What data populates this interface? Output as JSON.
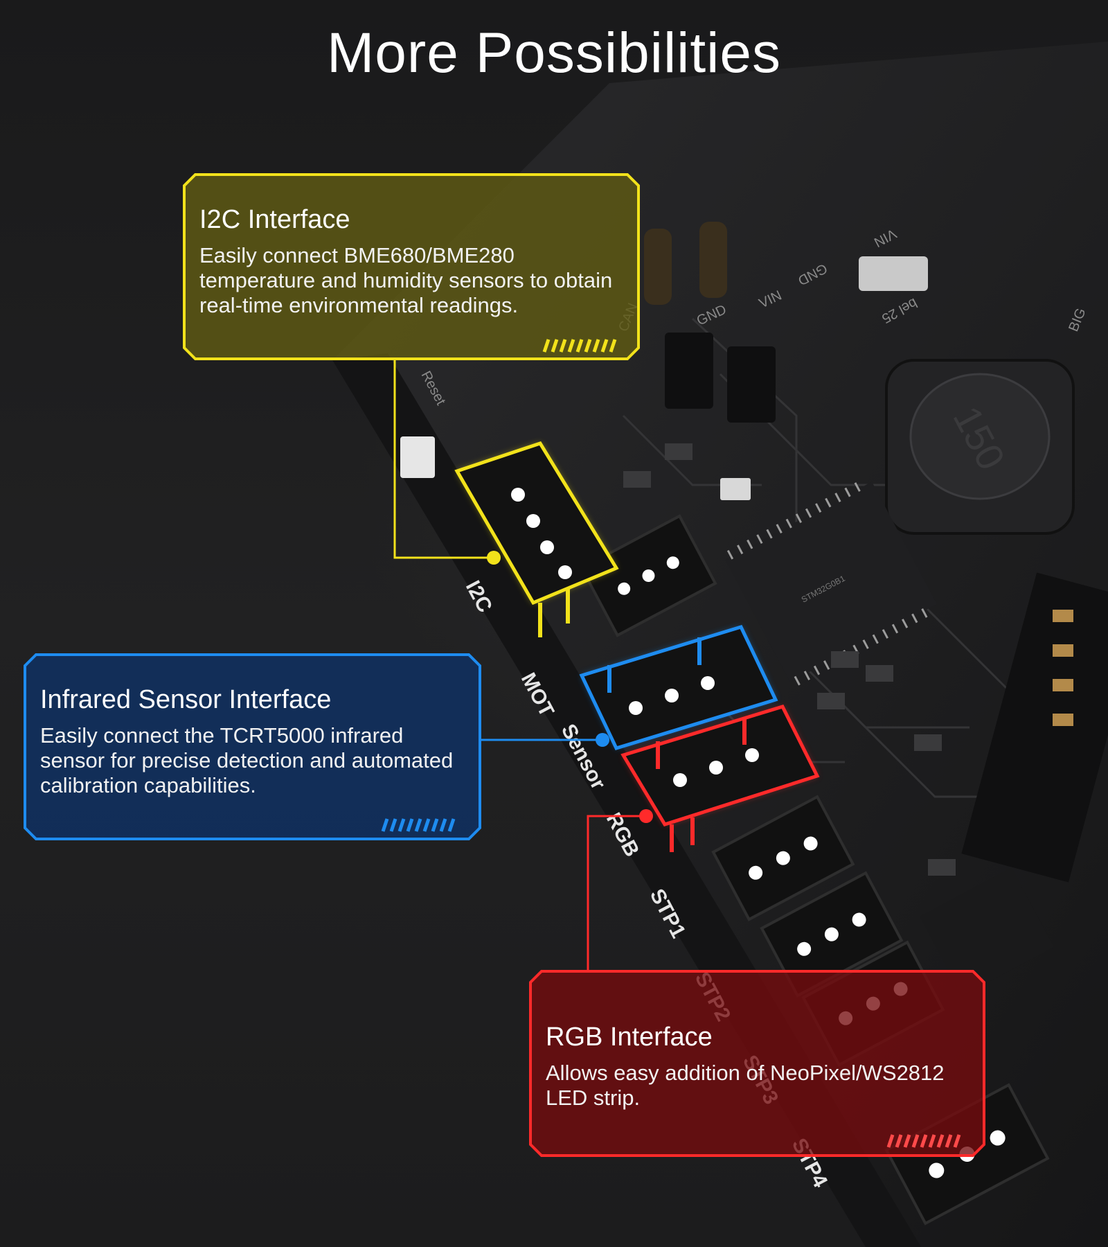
{
  "page": {
    "title": "More Possibilities"
  },
  "callouts": {
    "i2c": {
      "title": "I2C Interface",
      "body": "Easily connect BME680/BME280 temperature and humidity sensors to obtain real-time environmental readings.",
      "color": "#f2e21b"
    },
    "infrared": {
      "title": "Infrared Sensor Interface",
      "body": "Easily connect the TCRT5000 infrared sensor for precise detection and automated calibration capabilities.",
      "color": "#1e8cf0"
    },
    "rgb": {
      "title": "RGB Interface",
      "body": "Allows easy addition of NeoPixel/WS2812 LED strip.",
      "color": "#ff2a2a"
    }
  },
  "board": {
    "port_labels": [
      "I2C",
      "MOT",
      "Sensor",
      "RGB",
      "STP1",
      "STP2",
      "STP3",
      "STP4"
    ],
    "silk_labels": [
      "GND",
      "VIN",
      "GND",
      "VIN",
      "CAN",
      "Reset",
      "BIG",
      "bel 25",
      "150",
      "STM32G0B1"
    ]
  }
}
